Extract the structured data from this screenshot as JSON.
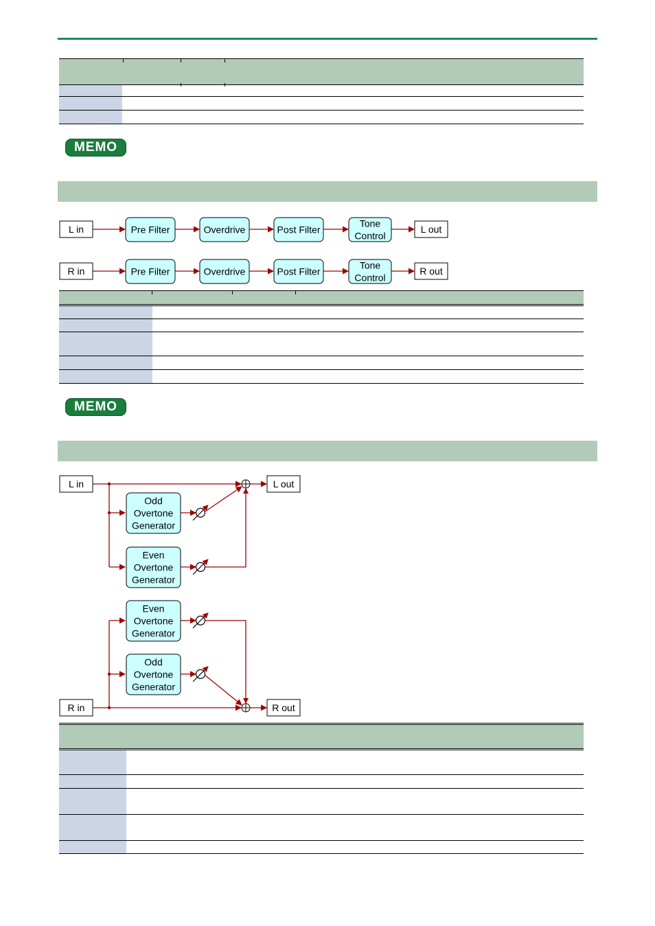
{
  "memo_label": "MEMO",
  "diagram1": {
    "lanes": [
      {
        "input": "L in",
        "blocks": [
          "Pre Filter",
          "Overdrive",
          "Post Filter",
          [
            "Tone",
            "Control"
          ]
        ],
        "output": "L out"
      },
      {
        "input": "R in",
        "blocks": [
          "Pre Filter",
          "Overdrive",
          "Post Filter",
          [
            "Tone",
            "Control"
          ]
        ],
        "output": "R out"
      }
    ]
  },
  "diagram2": {
    "l_input": "L in",
    "r_input": "R in",
    "l_output": "L out",
    "r_output": "R out",
    "generators": [
      [
        "Odd",
        "Overtone",
        "Generator"
      ],
      [
        "Even",
        "Overtone",
        "Generator"
      ],
      [
        "Even",
        "Overtone",
        "Generator"
      ],
      [
        "Odd",
        "Overtone",
        "Generator"
      ]
    ]
  },
  "colors": {
    "accent_green": "#1e8a5a",
    "header_fill": "#b1cbb8",
    "label_column": "#cbd5e6",
    "block_fill": "#ccffff",
    "signal_line": "#a00000"
  }
}
